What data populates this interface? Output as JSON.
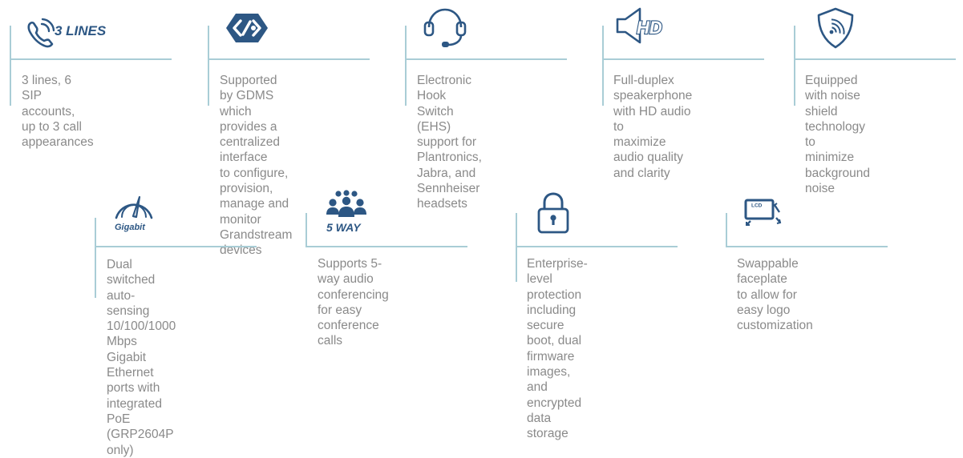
{
  "colors": {
    "icon": "#2d5784",
    "accent_line": "#a9cdd6",
    "text": "#8a8a8a",
    "background": "#ffffff"
  },
  "features": [
    {
      "icon": "phone-icon",
      "icon_text": "3 LINES",
      "text": "3 lines, 6 SIP accounts,\nup to 3 call appearances"
    },
    {
      "icon": "gdms-cloud-icon",
      "text": "Supported by GDMS\nwhich provides a\ncentralized interface\nto configure, provision,\nmanage and monitor\nGrandstream devices"
    },
    {
      "icon": "headset-icon",
      "text": " Electronic Hook Switch\n(EHS) support for\nPlantronics, Jabra, and\nSennheiser headsets"
    },
    {
      "icon": "hd-speaker-icon",
      "icon_text": "HD",
      "text": "Full-duplex speakerphone\nwith HD audio to\nmaximize audio quality\nand clarity"
    },
    {
      "icon": "noise-shield-icon",
      "text": "Equipped with noise\nshield technology to\nminimize background\nnoise"
    },
    {
      "icon": "gigabit-gauge-icon",
      "icon_text": "Gigabit",
      "text": "Dual switched auto-\nsensing 10/100/1000\nMbps Gigabit Ethernet\nports with integrated PoE\n(GRP2604P only)"
    },
    {
      "icon": "conference-people-icon",
      "icon_text": "5 WAY",
      "text": "Supports 5-way audio\nconferencing for easy\nconference calls"
    },
    {
      "icon": "padlock-icon",
      "text": "Enterprise-level\nprotection including\nsecure boot, dual\nfirmware images, and\nencrypted data storage"
    },
    {
      "icon": "lcd-faceplate-icon",
      "icon_text": "LCD",
      "text": "Swappable faceplate\nto allow for easy logo\ncustomization"
    }
  ]
}
